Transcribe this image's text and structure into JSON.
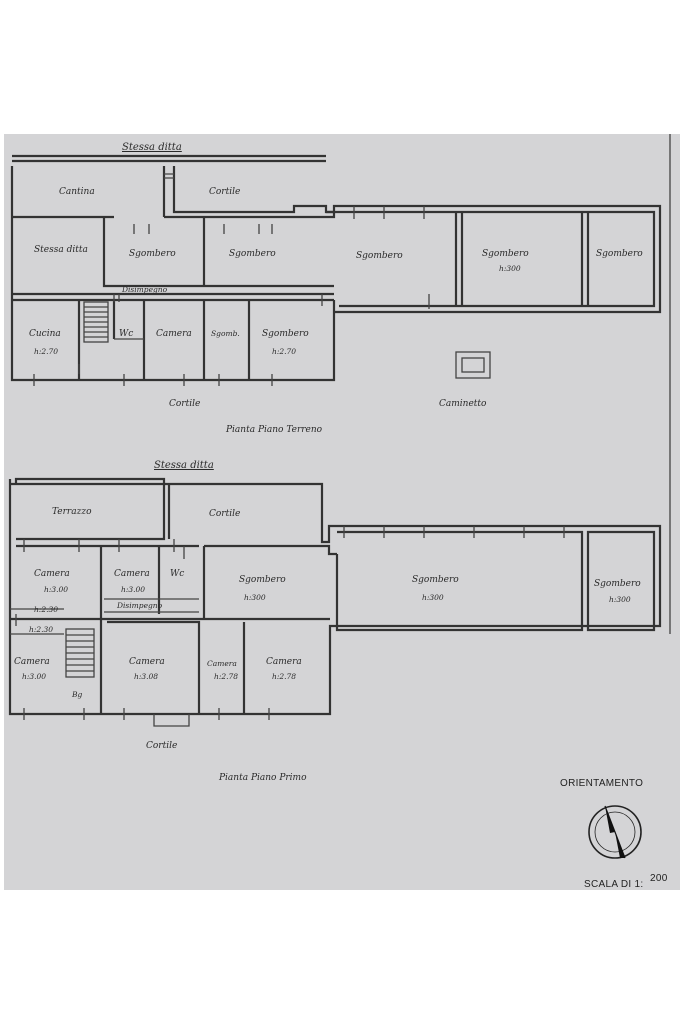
{
  "ground_floor": {
    "caption": "Pianta Piano Terreno",
    "top_label": "Stessa ditta",
    "rooms": {
      "cantina": "Cantina",
      "cortile_top": "Cortile",
      "stessa_ditta_side": "Stessa ditta",
      "sgombero_1": "Sgombero",
      "sgombero_2": "Sgombero",
      "sgombero_3": "Sgombero",
      "sgombero_4": "Sgombero",
      "sgombero_4_h": "h:300",
      "sgombero_5": "Sgombero",
      "disimpegno": "Disimpegno",
      "cucina": "Cucina",
      "cucina_h": "h:2.70",
      "wc": "Wc",
      "camera": "Camera",
      "sgomb_small": "Sgomb.",
      "sgombero_6": "Sgombero",
      "sgombero_6_h": "h:2.70",
      "cortile_bottom": "Cortile",
      "caminetto": "Caminetto"
    }
  },
  "first_floor": {
    "caption": "Pianta Piano Primo",
    "top_label": "Stessa ditta",
    "rooms": {
      "terrazzo": "Terrazzo",
      "cortile": "Cortile",
      "camera_1": "Camera",
      "camera_1_h": "h:3.00",
      "camera_1_h2": "h:2.30",
      "camera_2": "Camera",
      "camera_2_h": "h:3.00",
      "wc": "Wc",
      "disimpegno": "Disimpegno",
      "sgombero_1": "Sgombero",
      "sgombero_1_h": "h:300",
      "sgombero_2": "Sgombero",
      "sgombero_2_h": "h:300",
      "sgombero_3": "Sgombero",
      "sgombero_3_h": "h:300",
      "h_230": "h:2.30",
      "camera_3": "Camera",
      "camera_3_h": "h:3.00",
      "camera_4": "Camera",
      "camera_4_h": "h:3.08",
      "camera_5": "Camera",
      "camera_5_h": "h:2.78",
      "camera_6": "Camera",
      "camera_6_h": "h:2.78",
      "bg": "Bg",
      "cortile_bottom": "Cortile"
    }
  },
  "orientation_label": "ORIENTAMENTO",
  "scale_label": "SCALA DI 1:",
  "scale_value": "200",
  "colors": {
    "paper": "#d4d4d6",
    "ink": "#2a2a2a"
  }
}
